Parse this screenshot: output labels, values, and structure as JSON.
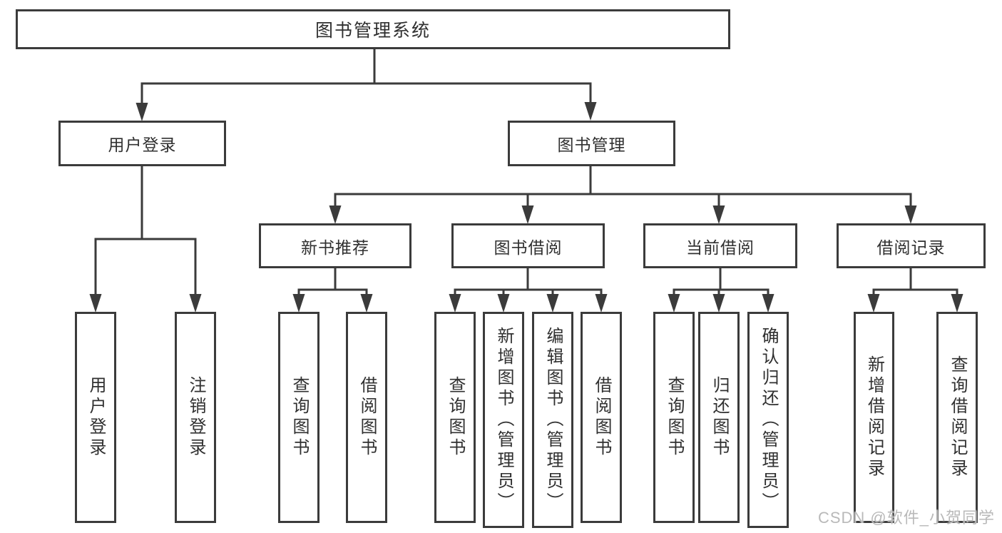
{
  "colors": {
    "line": "#3b3b3b",
    "node_border": "#3b3b3b",
    "node_text": "#303030",
    "background": "#ffffff",
    "watermark_text_color": "#b9b9b9"
  },
  "watermark": "CSDN @软件_小贺同学",
  "nodes": {
    "root": {
      "label": "图书管理系统"
    },
    "user_login": {
      "label": "用户登录"
    },
    "book_management": {
      "label": "图书管理"
    },
    "new_book_recommend": {
      "label": "新书推荐"
    },
    "book_borrowing": {
      "label": "图书借阅"
    },
    "current_borrowing": {
      "label": "当前借阅"
    },
    "borrowing_records": {
      "label": "借阅记录"
    },
    "leaf_user_login": {
      "label": "用户登录"
    },
    "leaf_logout": {
      "label": "注销登录"
    },
    "leaf_query_books_a": {
      "label": "查询图书"
    },
    "leaf_borrow_books_a": {
      "label": "借阅图书"
    },
    "leaf_query_books_b": {
      "label": "查询图书"
    },
    "leaf_add_book_admin": {
      "label": "新增图书（管理员）"
    },
    "leaf_edit_book_admin": {
      "label": "编辑图书（管理员）"
    },
    "leaf_borrow_books_b": {
      "label": "借阅图书"
    },
    "leaf_query_books_c": {
      "label": "查询图书"
    },
    "leaf_return_books": {
      "label": "归还图书"
    },
    "leaf_confirm_return_admin": {
      "label": "确认归还（管理员）"
    },
    "leaf_add_borrow_record": {
      "label": "新增借阅记录"
    },
    "leaf_query_borrow_record": {
      "label": "查询借阅记录"
    }
  },
  "edges": [
    {
      "from": "root",
      "to": "user_login"
    },
    {
      "from": "root",
      "to": "book_management"
    },
    {
      "from": "user_login",
      "to": "leaf_user_login"
    },
    {
      "from": "user_login",
      "to": "leaf_logout"
    },
    {
      "from": "book_management",
      "to": "new_book_recommend"
    },
    {
      "from": "book_management",
      "to": "book_borrowing"
    },
    {
      "from": "book_management",
      "to": "current_borrowing"
    },
    {
      "from": "book_management",
      "to": "borrowing_records"
    },
    {
      "from": "new_book_recommend",
      "to": "leaf_query_books_a"
    },
    {
      "from": "new_book_recommend",
      "to": "leaf_borrow_books_a"
    },
    {
      "from": "book_borrowing",
      "to": "leaf_query_books_b"
    },
    {
      "from": "book_borrowing",
      "to": "leaf_add_book_admin"
    },
    {
      "from": "book_borrowing",
      "to": "leaf_edit_book_admin"
    },
    {
      "from": "book_borrowing",
      "to": "leaf_borrow_books_b"
    },
    {
      "from": "current_borrowing",
      "to": "leaf_query_books_c"
    },
    {
      "from": "current_borrowing",
      "to": "leaf_return_books"
    },
    {
      "from": "current_borrowing",
      "to": "leaf_confirm_return_admin"
    },
    {
      "from": "borrowing_records",
      "to": "leaf_add_borrow_record"
    },
    {
      "from": "borrowing_records",
      "to": "leaf_query_borrow_record"
    }
  ]
}
